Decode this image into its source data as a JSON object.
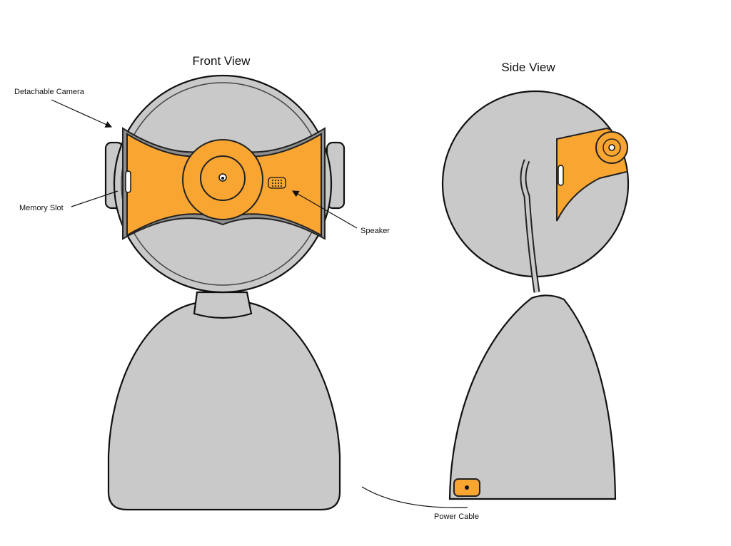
{
  "front_view": {
    "title": "Front View",
    "labels": {
      "camera": "Detachable Camera",
      "memory": "Memory Slot",
      "speaker": "Speaker"
    }
  },
  "side_view": {
    "title": "Side View",
    "labels": {
      "power": "Power Cable"
    }
  },
  "colors": {
    "accent": "#f9a531",
    "body": "#c9c9c9",
    "outline": "#111111"
  }
}
